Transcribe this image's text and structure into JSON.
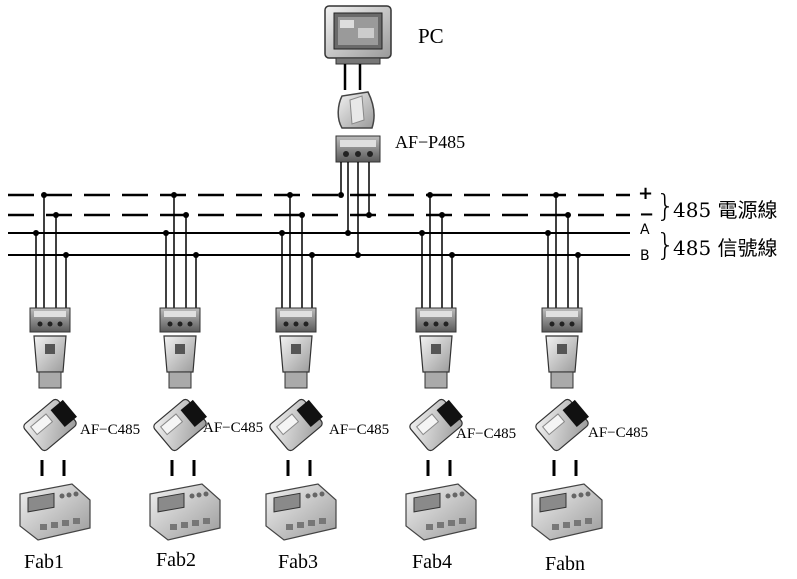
{
  "pc": {
    "label": "PC"
  },
  "master_adapter": {
    "label": "AF−P485"
  },
  "buses": {
    "plus": "+",
    "minus": "−",
    "a": "A",
    "b": "B",
    "power_label": "485 電源線",
    "signal_label": "485 信號線"
  },
  "nodes": [
    {
      "adapter_label": "AF−C485",
      "device_label": "Fab1"
    },
    {
      "adapter_label": "AF−C485",
      "device_label": "Fab2"
    },
    {
      "adapter_label": "AF−C485",
      "device_label": "Fab3"
    },
    {
      "adapter_label": "AF−C485",
      "device_label": "Fab4"
    },
    {
      "adapter_label": "AF−C485",
      "device_label": "Fabn"
    }
  ]
}
